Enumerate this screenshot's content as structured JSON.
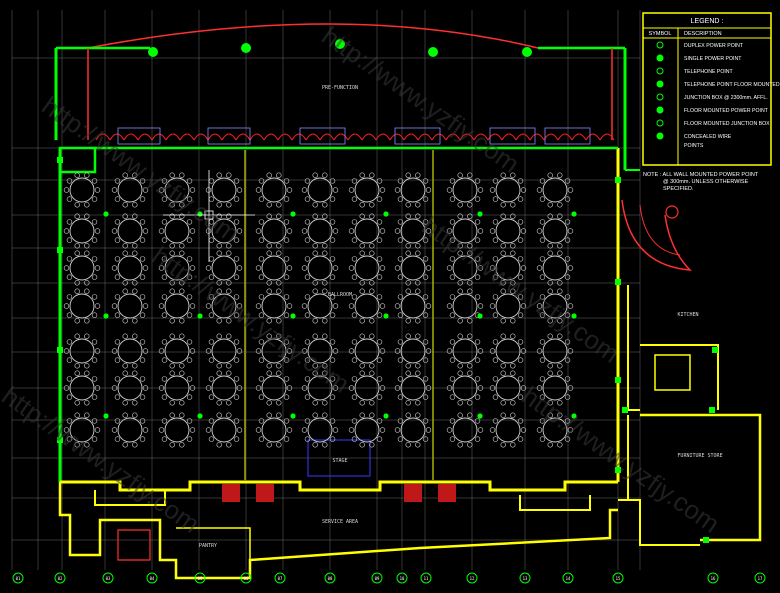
{
  "drawing": {
    "labels": {
      "pre_function": "PRE-FUNCTION",
      "ballroom": "BALLROOM",
      "stage": "STAGE",
      "service_area": "SERVICE AREA",
      "pantry": "PANTRY",
      "kitchen": "KITCHEN",
      "furniture_store": "FURNITURE STORE"
    },
    "legend": {
      "title": "LEGEND :",
      "col_symbol": "SYMBOL",
      "col_description": "DESCRIPTION",
      "items": [
        {
          "icon": "duplex-power-point-icon",
          "label": "DUPLEX POWER POINT"
        },
        {
          "icon": "single-power-point-icon",
          "label": "SINGLE POWER POINT"
        },
        {
          "icon": "telephone-point-icon",
          "label": "TELEPHONE POINT"
        },
        {
          "icon": "telephone-floor-point-icon",
          "label": "TELEPHONE POINT FLOOR MOUNTED"
        },
        {
          "icon": "junction-box-icon",
          "label": "JUNCTION BOX @ 2300mm. AFFL."
        },
        {
          "icon": "floor-power-point-icon",
          "label": "FLOOR MOUNTED POWER POINT"
        },
        {
          "icon": "floor-junction-box-icon",
          "label": "FLOOR MOUNTED JUNCTION BOX"
        },
        {
          "icon": "concealed-wire-icon",
          "label": "CONCEALED WIRE"
        }
      ],
      "extra": "POINTS"
    },
    "note": [
      "NOTE : ALL WALL MOUNTED POWER POINT",
      "@ 300mm. UNLESS OTHERWISE",
      "SPECIFIED."
    ],
    "grid_bubbles": [
      "01",
      "02",
      "03",
      "04",
      "05",
      "06",
      "07",
      "08",
      "09",
      "10",
      "11",
      "12",
      "13",
      "14",
      "15",
      "16",
      "17"
    ],
    "watermark": "http://www.yzfjy.com",
    "colors": {
      "background": "#000000",
      "wall": "#ffff00",
      "partition": "#00ff00",
      "table": "#d0d0d0",
      "red": "#ff2020",
      "grid": "#6a6a6a",
      "legend_border": "#ffff00"
    }
  }
}
